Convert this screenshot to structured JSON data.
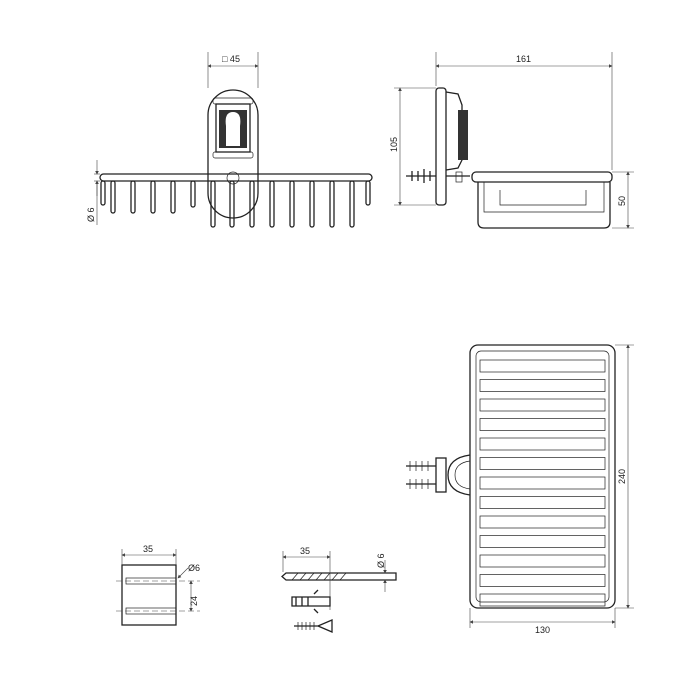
{
  "front_view": {
    "width_label": "□ 45",
    "diameter_label": "Ø 6"
  },
  "side_view": {
    "depth_label": "161",
    "height_label": "105",
    "basket_height_label": "50"
  },
  "top_view": {
    "length_label": "240",
    "width_label": "130"
  },
  "mounting_block": {
    "width_label": "35",
    "hole_label": "Ø6",
    "spacing_label": "24"
  },
  "drill": {
    "length_label": "35",
    "diameter_label": "Ø 6"
  },
  "colors": {
    "line": "#222222",
    "background": "#ffffff"
  }
}
